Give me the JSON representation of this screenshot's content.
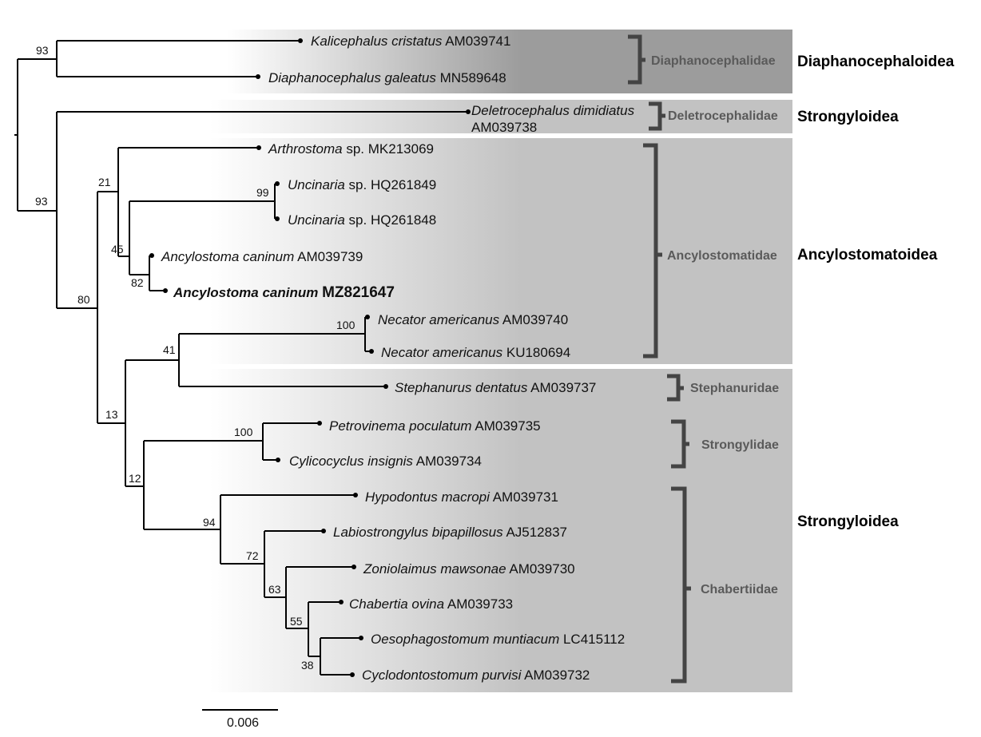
{
  "tips": [
    {
      "id": "kalicephalus",
      "genus": "Kalicephalus cristatus",
      "accession": "AM039741"
    },
    {
      "id": "diaphanocephalus",
      "genus": "Diaphanocephalus galeatus",
      "accession": "MN589648"
    },
    {
      "id": "deletrocephalus",
      "genus": "Deletrocephalus dimidiatus",
      "accession": "AM039738"
    },
    {
      "id": "arthrostoma",
      "genus": "Arthrostoma",
      "rank": "sp.",
      "accession": "MK213069"
    },
    {
      "id": "uncinaria1",
      "genus": "Uncinaria",
      "rank": "sp.",
      "accession": "HQ261849"
    },
    {
      "id": "uncinaria2",
      "genus": "Uncinaria",
      "rank": "sp.",
      "accession": "HQ261848"
    },
    {
      "id": "ancylostoma1",
      "genus": "Ancylostoma caninum",
      "accession": "AM039739"
    },
    {
      "id": "ancylostoma2",
      "genus": "Ancylostoma caninum",
      "accession": "MZ821647",
      "highlight": true
    },
    {
      "id": "necator1",
      "genus": "Necator americanus",
      "accession": "AM039740"
    },
    {
      "id": "necator2",
      "genus": "Necator americanus",
      "accession": "KU180694"
    },
    {
      "id": "stephanurus",
      "genus": "Stephanurus dentatus",
      "accession": "AM039737"
    },
    {
      "id": "petrovinema",
      "genus": "Petrovinema poculatum",
      "accession": "AM039735"
    },
    {
      "id": "cylicocyclus",
      "genus": "Cylicocyclus insignis",
      "accession": "AM039734"
    },
    {
      "id": "hypodontus",
      "genus": "Hypodontus macropi",
      "accession": "AM039731"
    },
    {
      "id": "labiostrongylus",
      "genus": "Labiostrongylus bipapillosus",
      "accession": "AJ512837"
    },
    {
      "id": "zoniolaimus",
      "genus": "Zoniolaimus mawsonae",
      "accession": "AM039730"
    },
    {
      "id": "chabertia",
      "genus": "Chabertia ovina",
      "accession": "AM039733"
    },
    {
      "id": "oesophagostomum",
      "genus": "Oesophagostomum muntiacum",
      "accession": "LC415112"
    },
    {
      "id": "cyclodontostomum",
      "genus": "Cyclodontostomum purvisi",
      "accession": "AM039732"
    }
  ],
  "support_values": [
    "93",
    "93",
    "21",
    "99",
    "45",
    "82",
    "80",
    "100",
    "41",
    "13",
    "100",
    "12",
    "94",
    "72",
    "63",
    "55",
    "38"
  ],
  "families": [
    "Diaphanocephalidae",
    "Deletrocephalidae",
    "Ancylostomatidae",
    "Stephanuridae",
    "Strongylidae",
    "Chabertiidae"
  ],
  "superfamilies": [
    "Diaphanocephaloidea",
    "Strongyloidea",
    "Ancylostomatoidea",
    "Strongyloidea"
  ],
  "scale_bar": {
    "label": "0.006"
  },
  "colors": {
    "band_dark": "#9c9c9c",
    "band_light": "#c2c2c2",
    "bracket": "#444444",
    "family_text": "#5a5a5a"
  }
}
